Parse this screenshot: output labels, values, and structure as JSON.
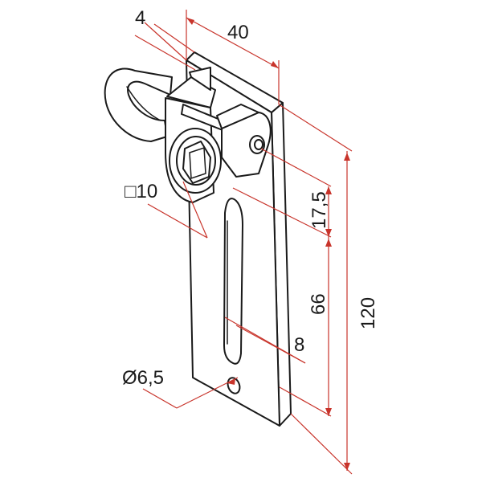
{
  "drawing": {
    "line_color": "#1a1a1a",
    "dimension_color": "#c8342b",
    "background": "#ffffff"
  },
  "dimensions": {
    "thickness": "4",
    "width": "40",
    "square_drive": "□10",
    "offset": "17,5",
    "slot_length": "66",
    "slot_width": "8",
    "hole_diameter": "Ø6,5",
    "height": "120"
  }
}
